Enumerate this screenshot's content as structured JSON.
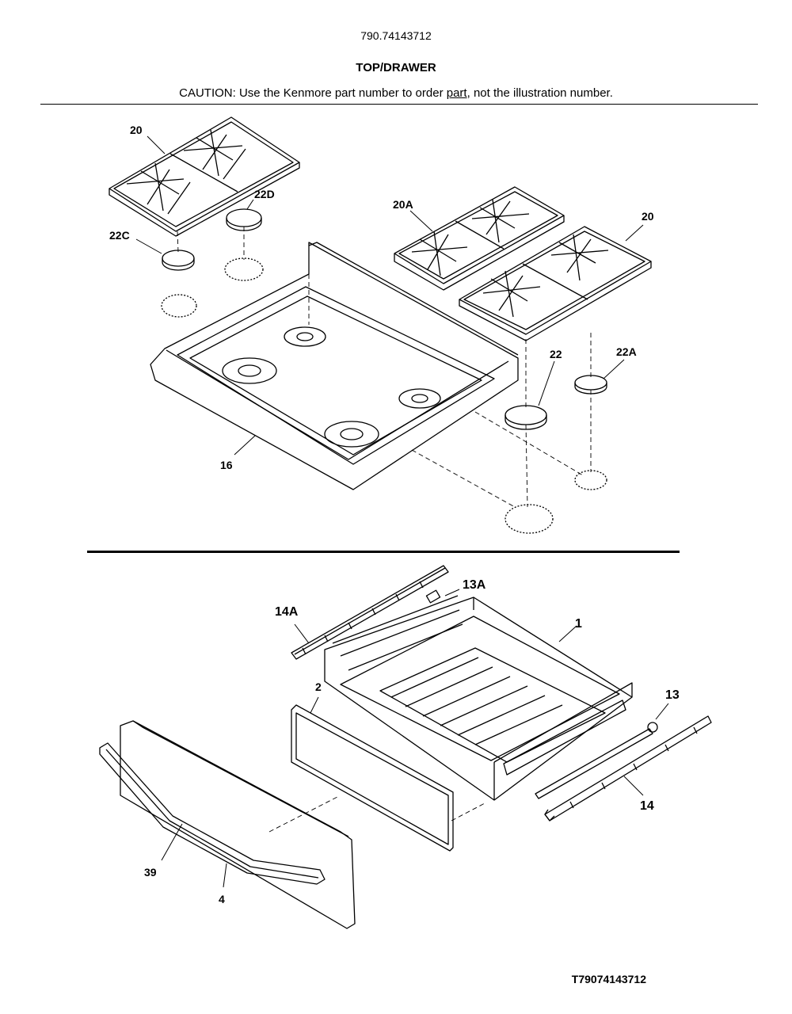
{
  "header": {
    "model_number": "790.74143712",
    "title": "TOP/DRAWER",
    "caution_before": "CAUTION: Use the Kenmore part number to order ",
    "caution_link": "part",
    "caution_after": ", not the illustration number."
  },
  "callouts": {
    "top": [
      "20",
      "22D",
      "22C",
      "20A",
      "20",
      "22",
      "22A",
      "16"
    ],
    "drawer": [
      "13A",
      "14A",
      "1",
      "2",
      "13",
      "14",
      "39",
      "4"
    ]
  },
  "footer": {
    "code": "T79074143712"
  }
}
